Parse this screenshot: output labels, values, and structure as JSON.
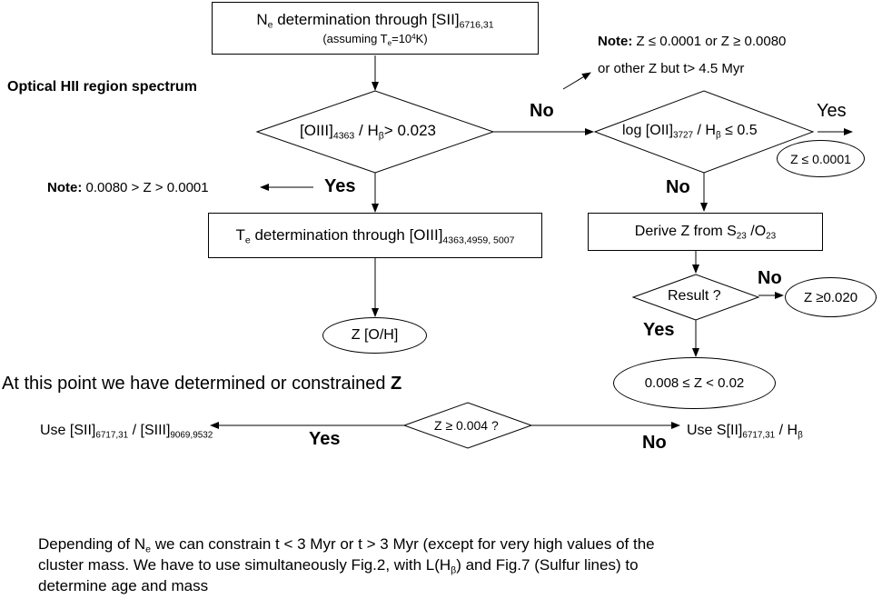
{
  "ne_box": {
    "main": "N",
    "sub": "e",
    "rest": " determination through [SII]",
    "sub2": "6716,31",
    "note_pre": "(assuming T",
    "note_sub": "e",
    "note_mid": "=10",
    "note_sup": "4",
    "note_post": "K)"
  },
  "heading": "Optical HII region spectrum",
  "oiii_diamond": {
    "pre": "[OIII]",
    "sub1": "4363",
    "mid": " / H",
    "sub2": "β",
    "post": "> 0.023"
  },
  "oii_diamond": {
    "pre": "log [OII]",
    "sub1": "3727",
    "mid": " / H",
    "sub2": "β",
    "post": " ≤ 0.5"
  },
  "note_top": {
    "label": "Note:",
    "line1": " Z ≤ 0.0001 or Z  ≥ 0.0080",
    "line2": "or other Z but t> 4.5 Myr"
  },
  "note_left": {
    "label": "Note:",
    "text": " 0.0080 > Z > 0.0001"
  },
  "labels": {
    "no1": "No",
    "yes1": "Yes",
    "yes_left": "Yes",
    "no2": "No",
    "no3": "No",
    "yes2": "Yes",
    "yes_bottom": "Yes",
    "no_bottom": "No"
  },
  "z_low_ellipse": "Z ≤ 0.0001",
  "te_box": {
    "pre": "T",
    "sub1": "e",
    "mid": " determination through [OIII]",
    "sub2": "4363,4959, 5007"
  },
  "zoh_ellipse": "Z [O/H]",
  "derive_box": {
    "pre": "Derive Z from S",
    "sub1": "23",
    "mid": " /O",
    "sub2": "23"
  },
  "result_diamond": "Result ?",
  "z_high_ellipse": "Z ≥0.020",
  "z_mid_ellipse": "0.008 ≤ Z < 0.02",
  "constraint_line": {
    "text": "At this point we have determined or constrained ",
    "bold": "Z"
  },
  "z004_diamond": "Z ≥ 0.004 ?",
  "use_left": {
    "pre": "Use [SII]",
    "sub1": "6717,31",
    "mid": " / [SIII]",
    "sub2": "9069,9532"
  },
  "use_right": {
    "pre": "Use S[II]",
    "sub1": "6717,31",
    "mid": " / H",
    "sub2": "β"
  },
  "footer": {
    "l1a": "Depending of N",
    "l1sub": "e",
    "l1b": " we can constrain t < 3 Myr or t > 3 Myr (except for very high values of the",
    "l2": "cluster mass. We have to use simultaneously Fig.2, with L(H",
    "l2sub": "β",
    "l2b": ") and Fig.7 (Sulfur lines) to",
    "l3": "determine age and mass"
  }
}
